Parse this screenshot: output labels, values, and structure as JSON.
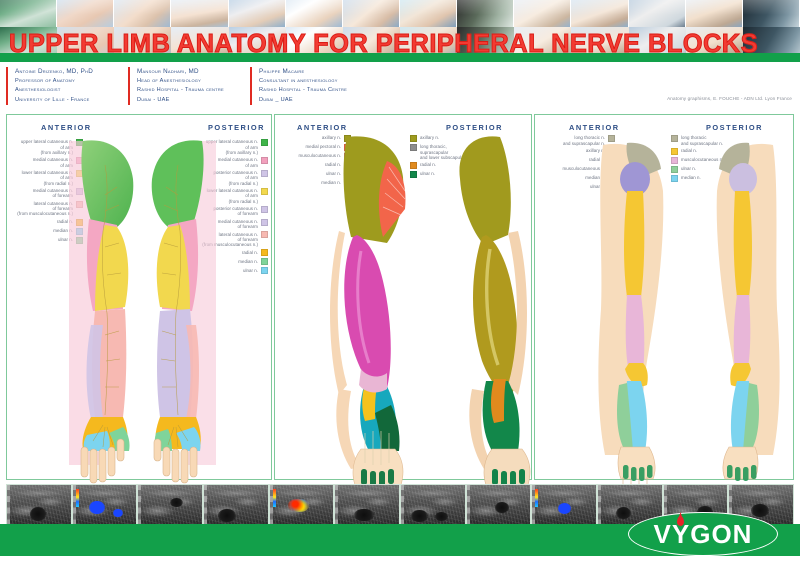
{
  "poster": {
    "title": "UPPER LIMB ANATOMY FOR PERIPHERAL NERVE BLOCKS",
    "title_color": "#f23b32",
    "band_color": "#12a04a",
    "graphics_credit": "Anatomy graphisms, E. FOUCHE - ADN Ltd. Lyon France",
    "brand": "VYGON"
  },
  "authors": [
    {
      "name": "Antoine Drizenko, MD, PhD",
      "line2": "Professor of Anatomy",
      "line3": "Anesthesiologist",
      "line4": "University of Lille - France"
    },
    {
      "name": "Mansour Nadhari, MD",
      "line2": "Head of Anesthesiology",
      "line3": "Rashid Hospital - Trauma centre",
      "line4": "Dubai - UAE"
    },
    {
      "name": "Philippe Macaire",
      "line2": "Consultant in anesthesiology",
      "line3": "Rashid Hospital - Trauma Centre",
      "line4": "Dubai _ UAE"
    }
  ],
  "panels": [
    {
      "id": "dermatomes",
      "anterior": {
        "title": "ANTERIOR",
        "legend": [
          {
            "label": "upper lateral cutaneous n.\nof arm\n(from axillary n.)",
            "color": "#3fb54a"
          },
          {
            "label": "medial cutaneous n.\nof arm",
            "color": "#f2a0bd"
          },
          {
            "label": "lower lateral cutaneous n.\nof arm\n(from radial n.)",
            "color": "#f2d84e"
          },
          {
            "label": "medial cutaneous n.\nof forearm",
            "color": "#cfc4e6"
          },
          {
            "label": "lateral cutaneous n.\nof forearm\n(from musculocutaneous n.)",
            "color": "#f7b9b2"
          },
          {
            "label": "radial n.",
            "color": "#f5b91e"
          },
          {
            "label": "median n.",
            "color": "#7cd4ef"
          },
          {
            "label": "ulnar n.",
            "color": "#7fd49a"
          }
        ]
      },
      "posterior": {
        "title": "POSTERIOR",
        "legend": [
          {
            "label": "upper lateral cutaneous n.\nof arm\n(from axillary n.)",
            "color": "#3fb54a"
          },
          {
            "label": "medial cutaneous n.\nof arm",
            "color": "#f2a0bd"
          },
          {
            "label": "posterior cutaneous n.\nof arm\n(from radial n.)",
            "color": "#cfc4e6"
          },
          {
            "label": "lower lateral cutaneous n.\nof arm\n(from radial n.)",
            "color": "#f2d84e"
          },
          {
            "label": "posterior cutaneous n.\nof forearm",
            "color": "#cfc4e6"
          },
          {
            "label": "medial cutaneous n.\nof forearm",
            "color": "#cfc4e6"
          },
          {
            "label": "lateral cutaneous n.\nof forearm\n(from musculocutaneous n.)",
            "color": "#f7b9b2"
          },
          {
            "label": "radial n.",
            "color": "#f5b91e"
          },
          {
            "label": "median n.",
            "color": "#7fd49a"
          },
          {
            "label": "ulnar n.",
            "color": "#7cd4ef"
          }
        ]
      }
    },
    {
      "id": "myotomes",
      "anterior": {
        "title": "ANTERIOR",
        "legend": [
          {
            "label": "axillary n.",
            "color": "#9e9b1e"
          },
          {
            "label": "medial pectoral n.",
            "color": "#f2654a"
          },
          {
            "label": "musculocutaneous n.",
            "color": "#d94bb0"
          },
          {
            "label": "radial n.",
            "color": "#f5c21e"
          },
          {
            "label": "ulnar n.",
            "color": "#12683a"
          },
          {
            "label": "median n.",
            "color": "#17a8bd"
          }
        ]
      },
      "posterior": {
        "title": "POSTERIOR",
        "legend": [
          {
            "label": "axillary n.",
            "color": "#9e9b1e"
          },
          {
            "label": "long thoracic,\nsuprascapular\nand lower subscapular nn.",
            "color": "#8d8d8d"
          },
          {
            "label": "radial n.",
            "color": "#e08a1e"
          },
          {
            "label": "ulnar n.",
            "color": "#12874a"
          }
        ]
      }
    },
    {
      "id": "osteotomes",
      "anterior": {
        "title": "ANTERIOR",
        "legend": [
          {
            "label": "long thoracic n.\nand suprascapular n.",
            "color": "#b5b39a"
          },
          {
            "label": "axillary n.",
            "color": "#9f96d4"
          },
          {
            "label": "radial n.",
            "color": "#f5c733"
          },
          {
            "label": "musculocutaneous n.",
            "color": "#e8b6d8"
          },
          {
            "label": "median n.",
            "color": "#7cd4ef"
          },
          {
            "label": "ulnar n.",
            "color": "#8fcf9a"
          }
        ]
      },
      "posterior": {
        "title": "POSTERIOR",
        "legend": [
          {
            "label": "long thoracic\nand suprascapular n.",
            "color": "#b5b39a"
          },
          {
            "label": "radial n.",
            "color": "#f5c733"
          },
          {
            "label": "musculocutaneous n.",
            "color": "#e8b6d8"
          },
          {
            "label": "ulnar n.",
            "color": "#8fcf9a"
          },
          {
            "label": "median n.",
            "color": "#7cd4ef"
          }
        ]
      }
    }
  ],
  "photo_strip": {
    "name": "clinical-procedure-photos",
    "count": 14
  },
  "ultrasound_strip": {
    "name": "ultrasound-scan-images",
    "count": 12
  }
}
